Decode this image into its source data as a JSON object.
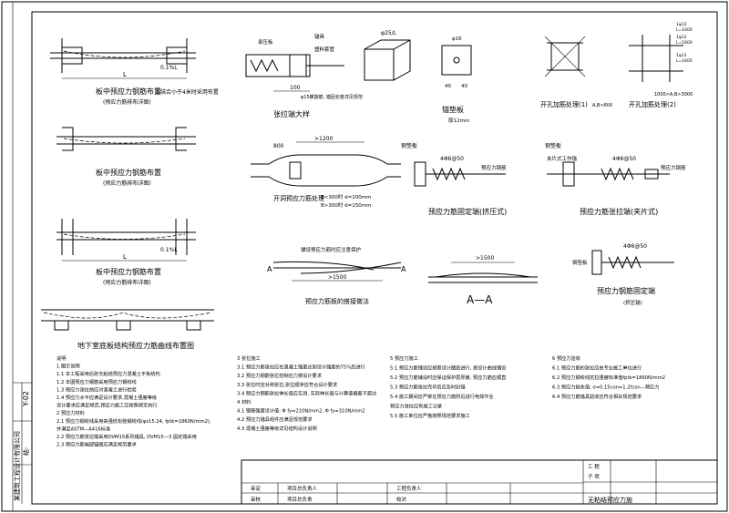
{
  "title_side": {
    "project_code": "Y-02",
    "sheet_code": "结-",
    "vertical_label": "某建筑工程设计有限公司"
  },
  "details": {
    "slab_middle_title": "板中预应力钢筋布置",
    "slab_middle_note": "(预应力筋排布详图)",
    "slab_middle_dim": "0.1%L",
    "slab_middle_L": "L",
    "slab_middle_side_note": "应结合小于4米时采用布置",
    "slab_edge_title": "板中预应力钢筋布置",
    "slab_edge_note": "(预应力筋排布详图)",
    "slab_col_title": "板中预应力钢筋布置",
    "slab_col_note": "(预应力筋排布详图)",
    "slab_col_dim": "0.1%L",
    "slab_col_L": "L",
    "basement_title": "地下室底板结构预应力筋曲线布置图",
    "anchor_title": "张拉端大样",
    "anchor_dim": "100",
    "anchor_label_a": "承压板",
    "anchor_label_b": "锚具",
    "anchor_label_c": "塑料套管",
    "anchor_note": "φ15螺旋筋, 锚固长度详见规范",
    "block_label": "φ25/L",
    "plate_title": "锚垫板",
    "plate_dim_a": "40",
    "plate_dim_b": "40",
    "plate_thick": "厚12mm",
    "plate_hole": "φ16",
    "opening1_title": "开孔加筋处理(1)",
    "opening1_dim": "A,B<800",
    "opening2_title": "开孔加筋处理(2)",
    "opening2_dim": "1000>A,B>3000",
    "opening2_labels": [
      "1φ12",
      "L=1600",
      "1φ12",
      "L=1600",
      "1φ12",
      "L=1600"
    ],
    "open_slab_title": "开洞预应力筋处理",
    "open_slab_dim": ">1200",
    "open_slab_dim2": "800",
    "open_slab_note_a": "B<300时 d=100mm",
    "open_slab_note_b": "B>300时 d=150mm",
    "fixed_title": "预应力筋固定端(挤压式)",
    "fixed_label_a": "钢垫板",
    "fixed_label_b": "4Φ6@50",
    "fixed_label_c": "预应力钢筋",
    "clip_title": "预应力筋张拉端(夹片式)",
    "clip_label_a": "钢垫板",
    "clip_label_b": "夹片式工作锚",
    "clip_label_c": "4Φ6@50",
    "clip_label_d": "预应力钢筋",
    "bend_title": "预应力筋板的搭接做法",
    "bend_label_a": "A",
    "bend_label_b": "A",
    "bend_dim": ">1500",
    "bend_note": "铺设预应力筋时应注意保护",
    "section_title": "A—A",
    "section_dim": ">1500",
    "fixed2_title": "预应力钢筋固定端",
    "fixed2_sub": "(挤压锚)",
    "fixed2_label": "4Φ6@50",
    "fixed2_label_b": "钢垫板"
  },
  "notes": {
    "col1": [
      "说明",
      "1   图示说明",
      "1.1   本工程采用后张无粘结预应力混凝土平板结构",
      "1.2   本图预应力钢筋采用预应力钢绞线",
      "1.3   预应力张拉前应对混凝土进行检验",
      "1.4   预应力水平应满足设计要求,混凝土强度等级",
      "        设计要求应满足规范,预应力施工应按照规定执行",
      "2   预应力材料",
      "2.1   预应力钢绞线采用高强低松弛钢绞线(φs15.24, fptk=1860N/mm2),",
      "        并满足ASTM—A416标准",
      "2.2   预应力筋张拉端采用DVM15系列锚具, DVM15—3 固定端采用",
      "2.3   预应力筋端部锚固应满足规范要求"
    ],
    "col2": [
      "3   张拉施工",
      "3.1   预应力筋张拉应在混凝土强度达到设计强度的75%后进行",
      "3.2   预应力钢筋张拉控制应力按设计要求",
      "3.3   张拉时应对称张拉,张拉顺序应符合设计要求",
      "3.4   预应力钢筋张拉伸长值应实测, 实际伸长值与计算值偏差不超过",
      "4   材料",
      "4.1   钢筋强度设计值: Φ fy=210N/mm2, Φ fy=310N/mm2",
      "4.2   预应力锚具组件应满足规范要求",
      "4.3   混凝土强度等级详见结构设计说明"
    ],
    "col3": [
      "5   预应力施工",
      "5.1   预应力筋铺设应按照设计图纸进行, 按设计曲线铺设",
      "5.2   预应力筋铺设时应保证保护层厚度, 预应力筋应顺直",
      "5.3   预应力筋张拉完毕后应及时封锚",
      "5.4   施工期间应严禁在预应力筋附近进行电焊作业",
      "        预应力张拉应有施工记录",
      "5.5   施工单位应严格按照规范要求施工"
    ],
    "col4": [
      "6   预应力验收",
      "6.1   预应力筋的张拉应由专业施工单位进行",
      "6.2   预应力钢绞线抗拉强度标准值fptk=1860N/mm2",
      "6.3   预应力损失值:  σ=0.15con=1.2fcon—预应力",
      "6.4   预应力筋锚具验收应符合相关规范要求"
    ]
  },
  "title_block": {
    "row1": [
      "审定",
      "项目总负责人",
      "工程负责人",
      "",
      ""
    ],
    "row2": [
      "审核",
      "项目总负责",
      "校对",
      "",
      ""
    ],
    "project_label": "工 程",
    "project_label2": "子 项",
    "drawing_title": "无粘结预应力施工大样图",
    "drawing_title_visible": "无粘结预应力施"
  }
}
